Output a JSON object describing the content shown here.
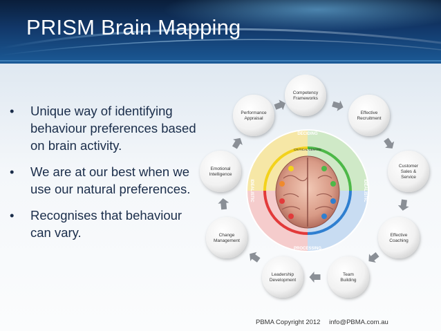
{
  "title": "PRISM Brain Mapping",
  "bullets": [
    {
      "text": "Unique way of identifying behaviour preferences based on brain activity."
    },
    {
      "text": "We are at our best when we use our natural preferences."
    },
    {
      "text": "Recognises that behaviour can vary."
    }
  ],
  "bullet_glyph": "•",
  "diagram": {
    "nodes": [
      {
        "label": "Competency Frameworks"
      },
      {
        "label": "Effective Recruitment"
      },
      {
        "label": "Customer Sales & Service"
      },
      {
        "label": "Effective Coaching"
      },
      {
        "label": "Team Building"
      },
      {
        "label": "Leadership Development"
      },
      {
        "label": "Change Management"
      },
      {
        "label": "Emotional Intelligence"
      },
      {
        "label": "Performance Appraisal"
      }
    ],
    "wheel": {
      "top_label": "DECIDING",
      "bottom_label": "PROCESSING",
      "left_label": "IDEALISTIC",
      "right_label": "IDEALISTIC",
      "inner_top": "CRITICAL CENTRE",
      "quadrant_colors": [
        "#f3d21c",
        "#4db848",
        "#2f7fd0",
        "#e23a3a"
      ]
    }
  },
  "footer": {
    "copyright": "PBMA Copyright 2012",
    "email": "info@PBMA.com.au"
  }
}
